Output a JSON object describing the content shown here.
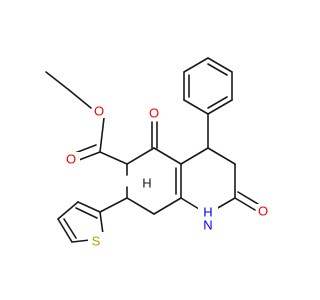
{
  "molecule": {
    "atom_labels": {
      "o_ester_alkoxy": "O",
      "o_ester_carbonyl": "O",
      "o_ketone": "O",
      "o_lactam": "O",
      "h_ring": "H",
      "nh": "H",
      "n": "N",
      "s": "S"
    },
    "colors": {
      "oxygen": "#ff0000",
      "nitrogen": "#0000ff",
      "sulfur": "#b8a000",
      "bond": "#1a1a1a",
      "background": "#ffffff"
    }
  }
}
